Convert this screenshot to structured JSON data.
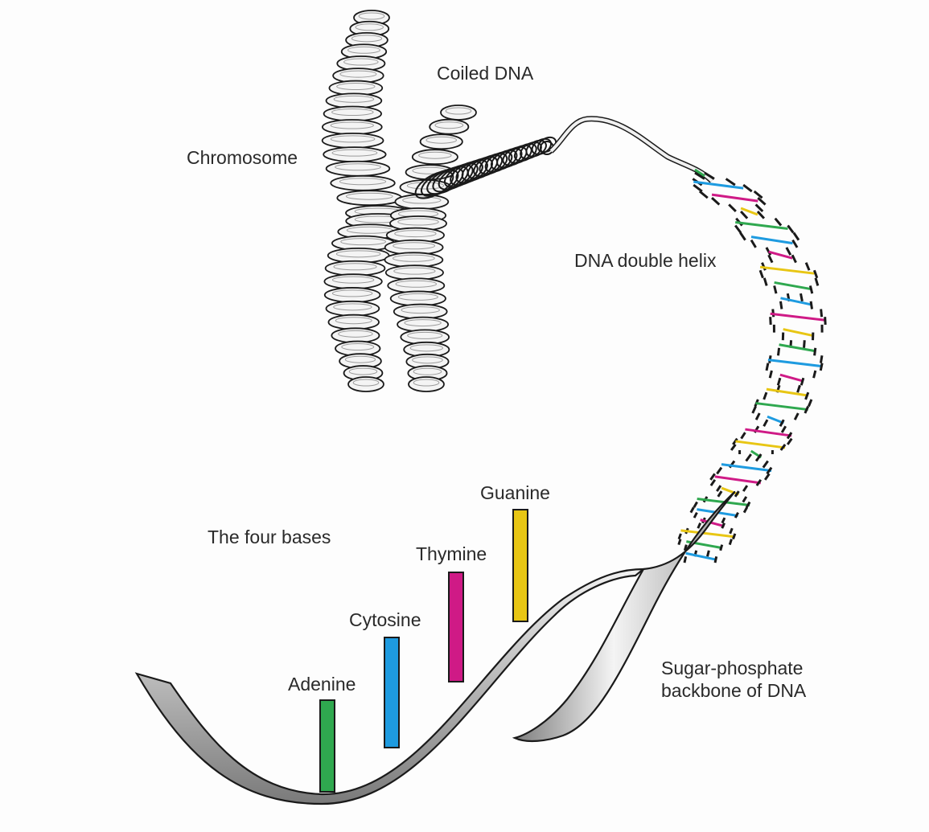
{
  "labels": {
    "chromosome": "Chromosome",
    "coiled_dna": "Coiled DNA",
    "double_helix": "DNA double helix",
    "four_bases": "The four bases",
    "backbone_line1": "Sugar-phosphate",
    "backbone_line2": "backbone of DNA"
  },
  "bases": [
    {
      "name": "Adenine",
      "color": "#2fa84f"
    },
    {
      "name": "Cytosine",
      "color": "#1e9be0"
    },
    {
      "name": "Thymine",
      "color": "#cf1a86"
    },
    {
      "name": "Guanine",
      "color": "#e8c614"
    }
  ],
  "colors": {
    "outline": "#1a1a1a",
    "ribbon_light": "#efefef",
    "ribbon_dark": "#8c8c8c",
    "background": "#fdfdfd"
  }
}
